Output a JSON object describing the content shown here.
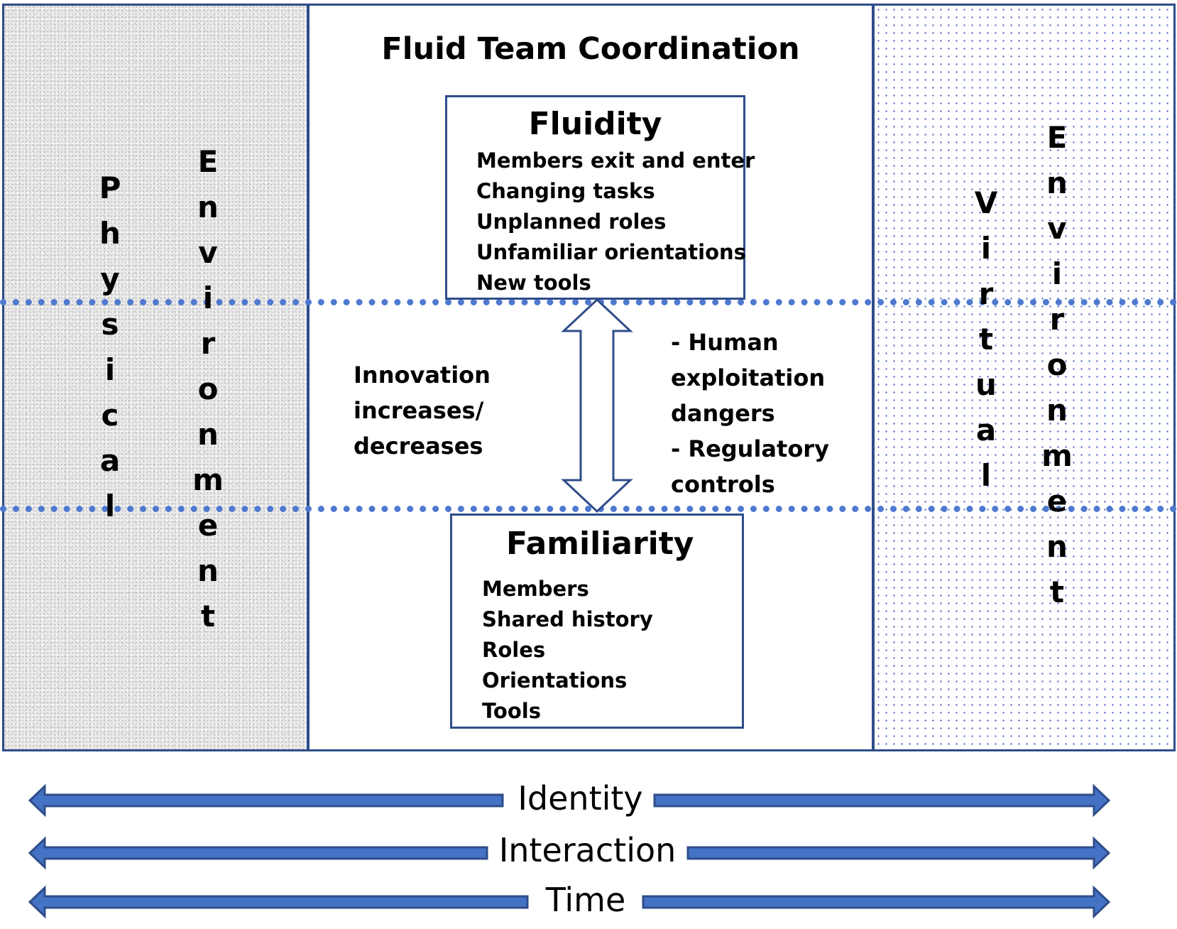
{
  "title": "Fluid Team Coordination",
  "physical_environment": {
    "word1": [
      "P",
      "h",
      "y",
      "s",
      "i",
      "c",
      "a",
      "l"
    ],
    "word2": [
      "E",
      "n",
      "v",
      "i",
      "r",
      "o",
      "n",
      "m",
      "e",
      "n",
      "t"
    ]
  },
  "virtual_environment": {
    "word1": [
      "V",
      "i",
      "r",
      "t",
      "u",
      "a",
      "l"
    ],
    "word2": [
      "E",
      "n",
      "v",
      "i",
      "r",
      "o",
      "n",
      "m",
      "e",
      "n",
      "t"
    ]
  },
  "fluidity": {
    "title": "Fluidity",
    "items": [
      "Members exit and enter",
      "Changing tasks",
      "Unplanned roles",
      "Unfamiliar orientations",
      "New tools"
    ]
  },
  "familiarity": {
    "title": "Familiarity",
    "items": [
      "Members",
      "Shared history",
      "Roles",
      "Orientations",
      "Tools"
    ]
  },
  "left_note": [
    "Innovation",
    "increases/",
    "decreases"
  ],
  "right_note": [
    "- Human",
    "exploitation",
    "dangers",
    "- Regulatory",
    "controls"
  ],
  "axes": [
    "Identity",
    "Interaction",
    "Time"
  ],
  "colors": {
    "border": "#2f4d8a",
    "arrow_fill": "#4472c4",
    "dash": "#4f79d0"
  }
}
